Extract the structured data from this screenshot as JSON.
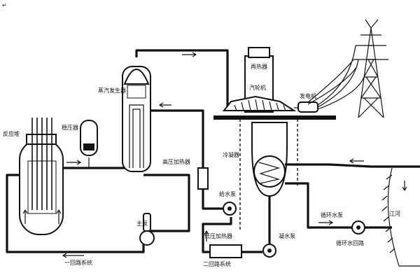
{
  "diagram": {
    "labels": {
      "reactor": "反应堆",
      "pressurizer": "稳压器",
      "steam_generator": "蒸汽发生器",
      "main_pump": "主泵",
      "primary_loop": "一回路系统",
      "hp_heater": "高压加热器",
      "feed_pump": "给水泵",
      "lp_heater": "低压加热器",
      "secondary_loop": "二回路系统",
      "reheater": "再热器",
      "turbine": "汽轮机",
      "generator": "发电机",
      "condenser": "冷凝器",
      "condensate_pump": "凝水泵",
      "circ_pump": "循环水泵",
      "circ_loop": "循环水回路",
      "river": "江河"
    },
    "corner_mark": "↵",
    "colors": {
      "ink": "#111111",
      "paper": "#ffffff"
    }
  }
}
